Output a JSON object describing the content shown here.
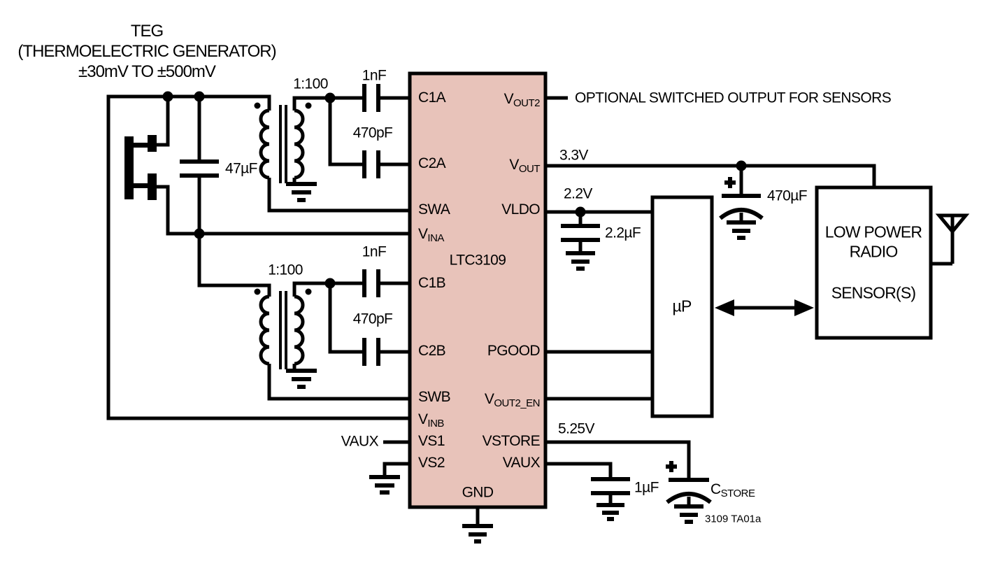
{
  "teg": {
    "line1": "TEG",
    "line2": "(THERMOELECTRIC GENERATOR)",
    "line3": "±30mV TO ±500mV"
  },
  "ic": {
    "part": "LTC3109",
    "gnd": "GND",
    "left_pins": [
      {
        "base": "C1A",
        "sub": ""
      },
      {
        "base": "C2A",
        "sub": ""
      },
      {
        "base": "SWA",
        "sub": ""
      },
      {
        "base": "V",
        "sub": "INA"
      },
      {
        "base": "C1B",
        "sub": ""
      },
      {
        "base": "C2B",
        "sub": ""
      },
      {
        "base": "SWB",
        "sub": ""
      },
      {
        "base": "V",
        "sub": "INB"
      },
      {
        "base": "VS1",
        "sub": ""
      },
      {
        "base": "VS2",
        "sub": ""
      }
    ],
    "right_pins": [
      {
        "base": "V",
        "sub": "OUT2"
      },
      {
        "base": "V",
        "sub": "OUT"
      },
      {
        "base": "VLDO",
        "sub": ""
      },
      {
        "base": "PGOOD",
        "sub": ""
      },
      {
        "base": "V",
        "sub": "OUT2_EN"
      },
      {
        "base": "VSTORE",
        "sub": ""
      },
      {
        "base": "VAUX",
        "sub": ""
      }
    ]
  },
  "transformers": {
    "ratio_a": "1:100",
    "ratio_b": "1:100"
  },
  "capacitors": {
    "teg_cap": "47µF",
    "c1a": "1nF",
    "c2a": "470pF",
    "c1b": "1nF",
    "c2b": "470pF",
    "vldo_cap": "2.2µF",
    "vout_cap": "470µF",
    "vaux_cap": "1µF",
    "store_base": "C",
    "store_sub": "STORE"
  },
  "voltages": {
    "vout": "3.3V",
    "vldo": "2.2V",
    "vstore": "5.25V"
  },
  "labels": {
    "optional": "OPTIONAL SWITCHED OUTPUT FOR SENSORS",
    "vaux_net": "VAUX",
    "fig": "3109 TA01a"
  },
  "blocks": {
    "micro": "µP",
    "radio1": "LOW POWER",
    "radio2": "RADIO",
    "radio3": "SENSOR(S)"
  },
  "colors": {
    "ic_fill": "#e8c3ba",
    "line": "#000000"
  }
}
